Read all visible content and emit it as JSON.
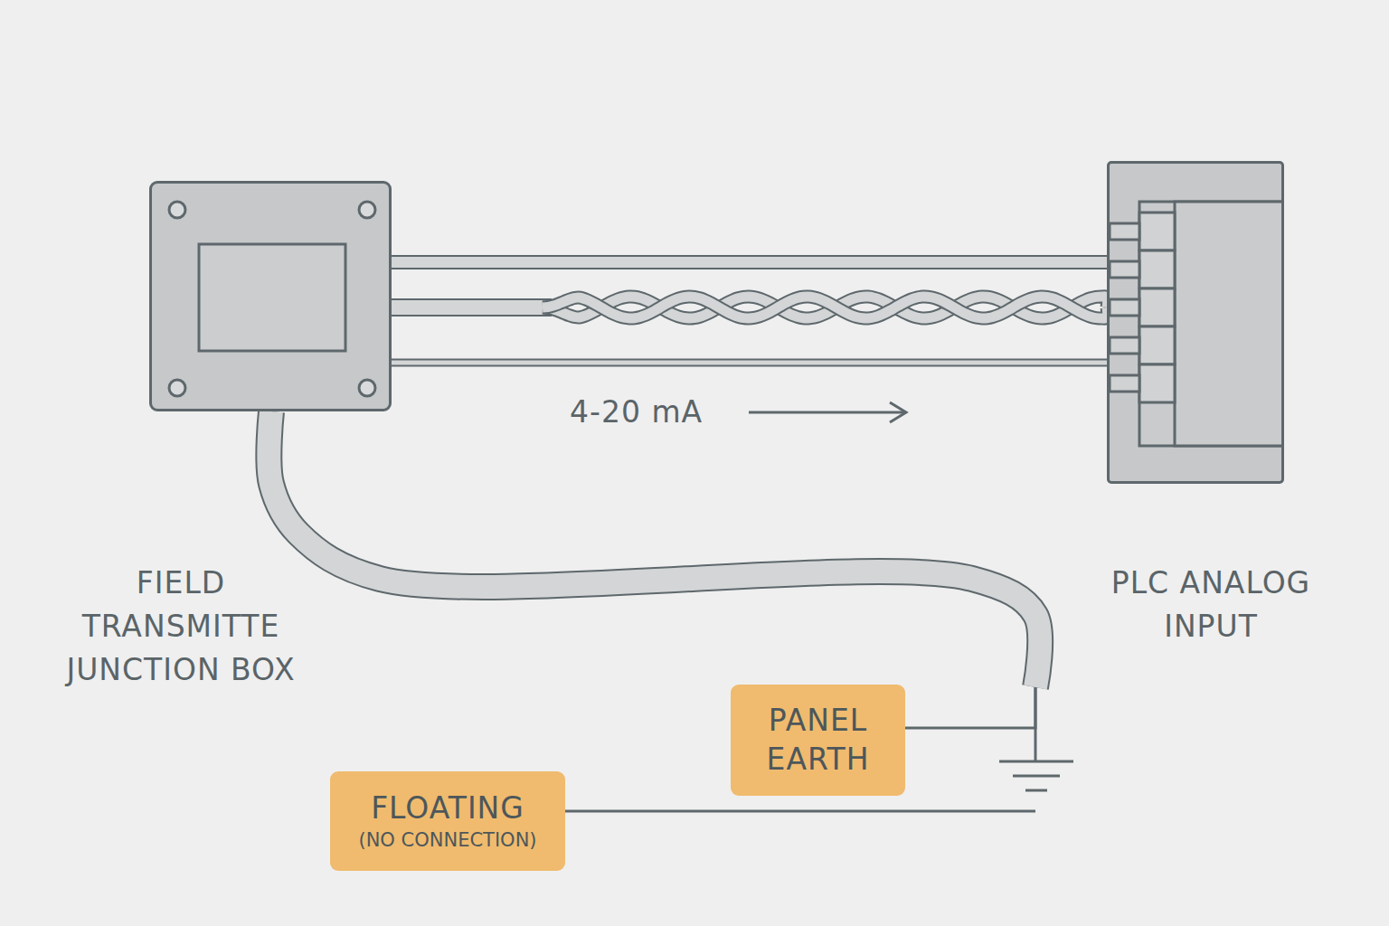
{
  "diagram": {
    "nodes": [
      {
        "text": [
          "FIELD TRANSMITTE JUNCTION BOX"
        ]
      },
      {
        "text": [
          "PLC ANALOG INPUT"
        ]
      },
      {
        "text": [
          "PANEL EARTH"
        ]
      },
      {
        "text": [
          "FLOATING",
          "(NO CONNECTION)"
        ]
      }
    ],
    "edges": [
      {
        "from": 0,
        "to": 1,
        "arrow": "none"
      },
      {
        "from": 0,
        "to": 1,
        "arrow": "none"
      },
      {
        "from": 0,
        "to": 1,
        "arrow": "none"
      },
      {
        "from": 0,
        "to": 2,
        "arrow": "none"
      }
    ],
    "labels": [
      "4-20 mA"
    ]
  }
}
